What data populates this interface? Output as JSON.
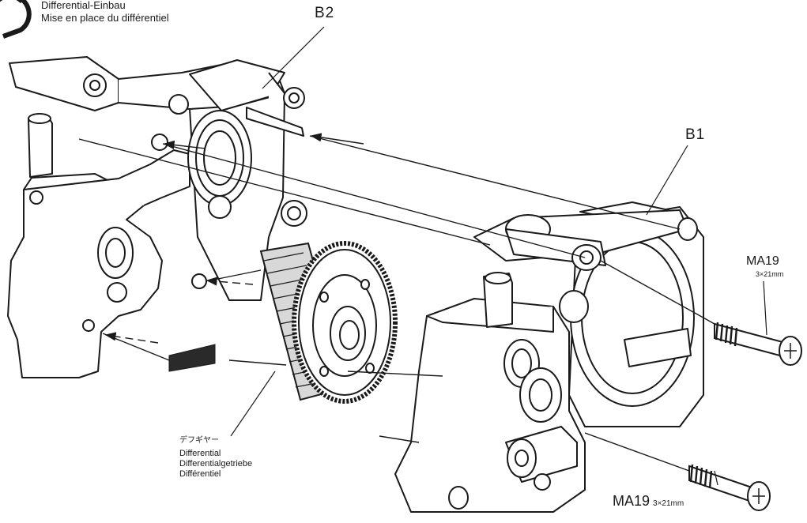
{
  "step_title": {
    "line_de": "Differential-Einbau",
    "line_fr": "Mise en place du différentiel"
  },
  "parts": {
    "b2": "B2",
    "b1": "B1"
  },
  "screw_upper": {
    "code": "MA19",
    "size": "3×21mm"
  },
  "screw_lower": {
    "code": "MA19",
    "size": "3×21mm"
  },
  "differential": {
    "jp": "デフギヤー",
    "en": "Differential",
    "de": "Differentialgetriebe",
    "fr": "Différentiel"
  }
}
